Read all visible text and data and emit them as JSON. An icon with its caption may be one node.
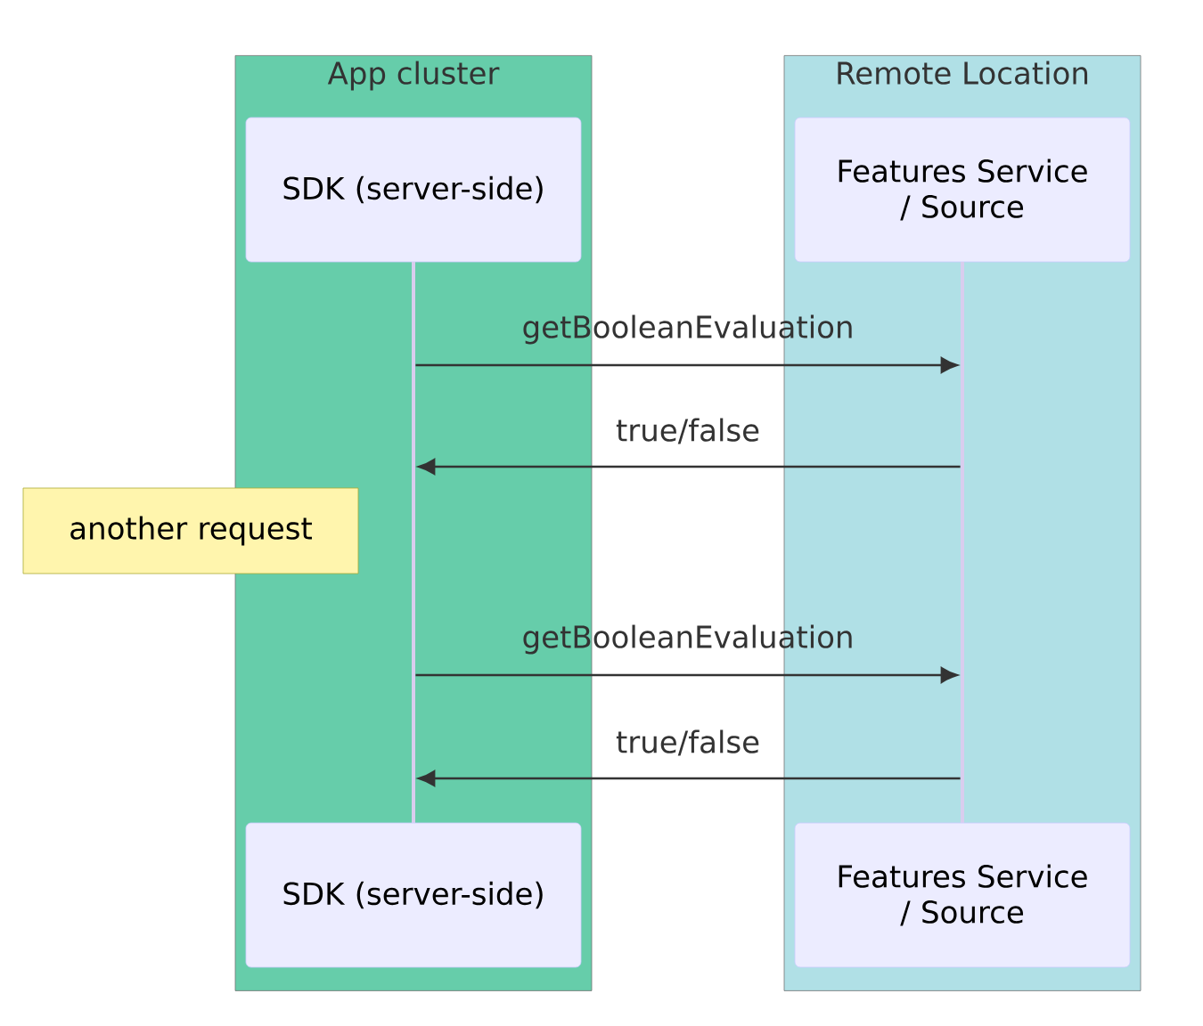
{
  "diagram": {
    "nodes": [
      {
        "text": [
          "App cluster"
        ]
      },
      {
        "text": [
          "SDK (server-side)"
        ],
        "in": 0
      },
      {
        "text": [],
        "shape": "bar",
        "in": 0
      },
      {
        "text": [
          "SDK (server-side)"
        ],
        "in": 0
      },
      {
        "text": [
          "Remote Location"
        ]
      },
      {
        "text": [
          "Features Service / Source"
        ],
        "in": 4
      },
      {
        "text": [],
        "shape": "bar",
        "in": 4
      },
      {
        "text": [
          "Features Service / Source"
        ],
        "in": 4
      },
      {
        "text": [
          "another request"
        ]
      }
    ],
    "edges": [
      {
        "from": 2,
        "to": 6,
        "arrow": "to",
        "label": "getBooleanEvaluation"
      },
      {
        "from": 6,
        "to": 2,
        "arrow": "to",
        "label": "true/false"
      },
      {
        "from": 2,
        "to": 6,
        "arrow": "to",
        "label": "getBooleanEvaluation"
      },
      {
        "from": 6,
        "to": 2,
        "arrow": "to",
        "label": "true/false"
      }
    ]
  }
}
